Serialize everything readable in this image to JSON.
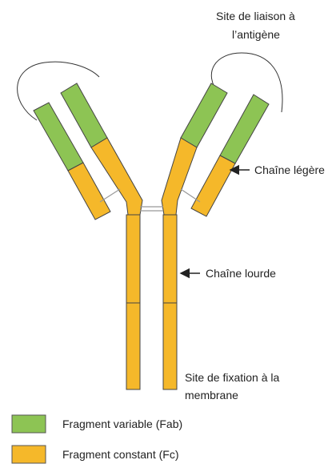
{
  "colors": {
    "variable": "#8DC454",
    "constant": "#F5B82A",
    "outline": "#444444",
    "arc": "#333333",
    "bond": "#999999"
  },
  "labels": {
    "antigen_site_line1": "Site de liaison à",
    "antigen_site_line2": "l’antigène",
    "light_chain": "Chaîne légère",
    "heavy_chain": "Chaîne lourde",
    "membrane_site_line1": "Site de fixation à la",
    "membrane_site_line2": "membrane"
  },
  "legend": [
    {
      "label": "Fragment variable (Fab)",
      "color_key": "variable"
    },
    {
      "label": "Fragment constant (Fc)",
      "color_key": "constant"
    }
  ]
}
